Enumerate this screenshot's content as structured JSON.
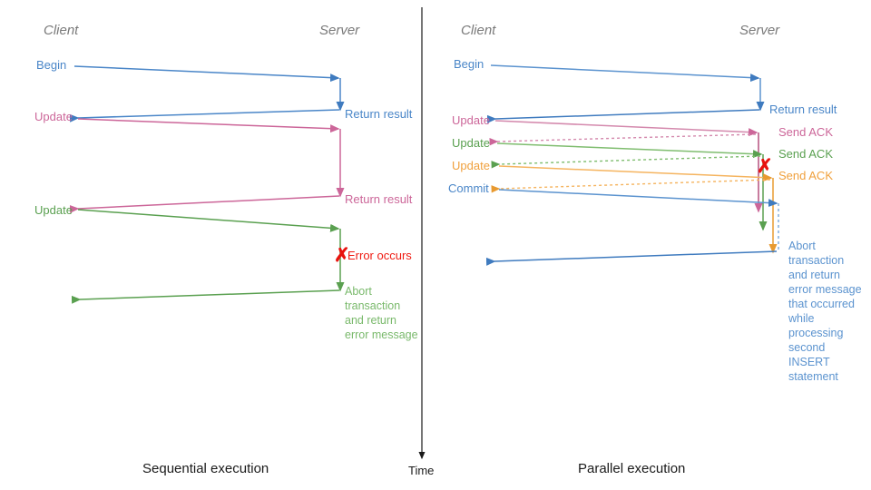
{
  "colors": {
    "blue": "#4a86c8",
    "blue_dark": "#3f7bbf",
    "pink": "#cc6699",
    "green": "#5aa050",
    "green_light": "#7fbd6f",
    "orange": "#f0a03c",
    "red": "#ee1b12",
    "gray": "#7a7a7a",
    "black": "#1a1a1a"
  },
  "time_axis": {
    "label": "Time"
  },
  "left_panel": {
    "caption": "Sequential execution",
    "headers": {
      "client": "Client",
      "server": "Server"
    },
    "messages": [
      {
        "label": "Begin",
        "color_key": "blue",
        "side": "client"
      },
      {
        "label": "Return result",
        "color_key": "blue",
        "side": "server"
      },
      {
        "label": "Update",
        "color_key": "pink",
        "side": "client"
      },
      {
        "label": "Return result",
        "color_key": "pink",
        "side": "server"
      },
      {
        "label": "Update",
        "color_key": "green",
        "side": "client"
      },
      {
        "label": "Error occurs",
        "color_key": "red",
        "side": "server"
      }
    ],
    "abort_note": [
      "Abort",
      "transaction",
      "and return",
      "error message"
    ]
  },
  "right_panel": {
    "caption": "Parallel execution",
    "headers": {
      "client": "Client",
      "server": "Server"
    },
    "messages": [
      {
        "label": "Begin",
        "color_key": "blue",
        "side": "client"
      },
      {
        "label": "Return result",
        "color_key": "blue",
        "side": "server"
      },
      {
        "label": "Update",
        "color_key": "pink",
        "side": "client"
      },
      {
        "label": "Send ACK",
        "color_key": "pink",
        "side": "server"
      },
      {
        "label": "Update",
        "color_key": "green",
        "side": "client"
      },
      {
        "label": "Send ACK",
        "color_key": "green",
        "side": "server"
      },
      {
        "label": "Update",
        "color_key": "orange",
        "side": "client"
      },
      {
        "label": "Send ACK",
        "color_key": "orange",
        "side": "server"
      },
      {
        "label": "Commit",
        "color_key": "blue",
        "side": "client"
      }
    ],
    "abort_note": [
      "Abort",
      "transaction",
      "and return",
      "error message",
      "that occurred",
      "while",
      "processing",
      "second",
      "INSERT",
      "statement"
    ]
  }
}
